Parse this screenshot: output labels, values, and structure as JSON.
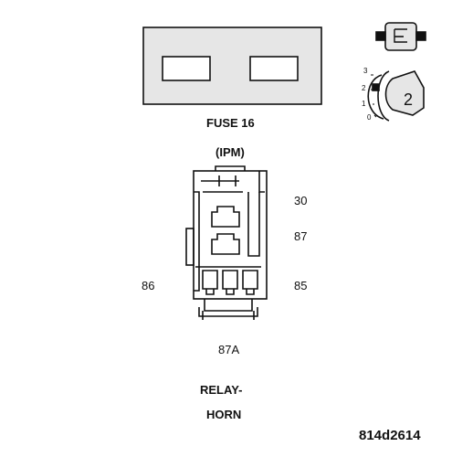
{
  "fuse": {
    "title": "FUSE 16",
    "subtitle": "(IPM)"
  },
  "key_switch": {
    "positions": [
      "3",
      "2",
      "1",
      "0"
    ],
    "position_count_label": "2"
  },
  "relay": {
    "terminals": {
      "t30": "30",
      "t87": "87",
      "t86": "86",
      "t85": "85",
      "t87a": "87A"
    },
    "name_line1": "RELAY-",
    "name_line2": "HORN"
  },
  "figure_code": "814d2614",
  "colors": {
    "line": "#111111",
    "fill_shade": "#e6e6e6",
    "background": "#ffffff"
  }
}
